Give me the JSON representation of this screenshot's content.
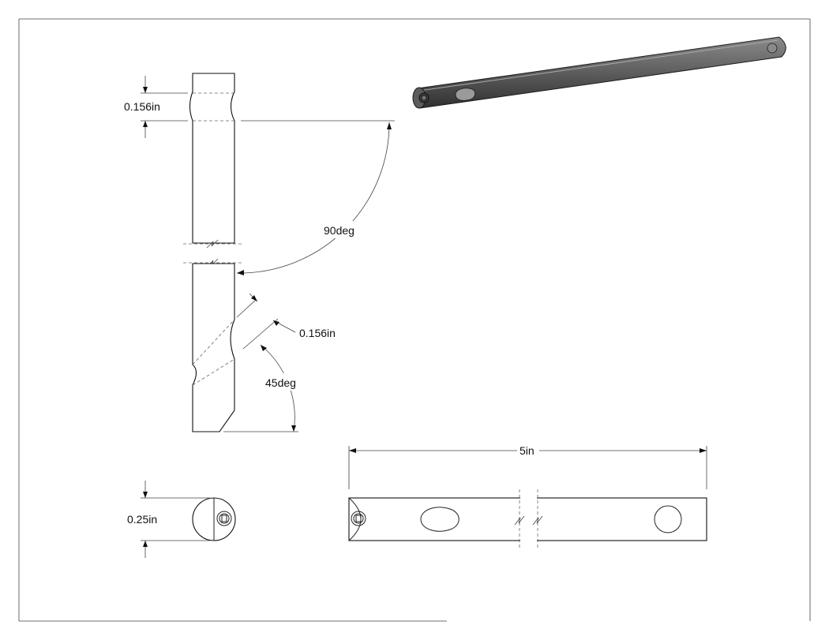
{
  "dimensions": {
    "top_groove_width": "0.156in",
    "rotation_angle": "90deg",
    "angled_groove_width": "0.156in",
    "chamfer_angle": "45deg",
    "diameter": "0.25in",
    "overall_length": "5in"
  },
  "colors": {
    "rod_dark": "#4a4a4a",
    "rod_mid": "#6b6b6b",
    "rod_light": "#8a8a8a",
    "line": "#222222"
  }
}
